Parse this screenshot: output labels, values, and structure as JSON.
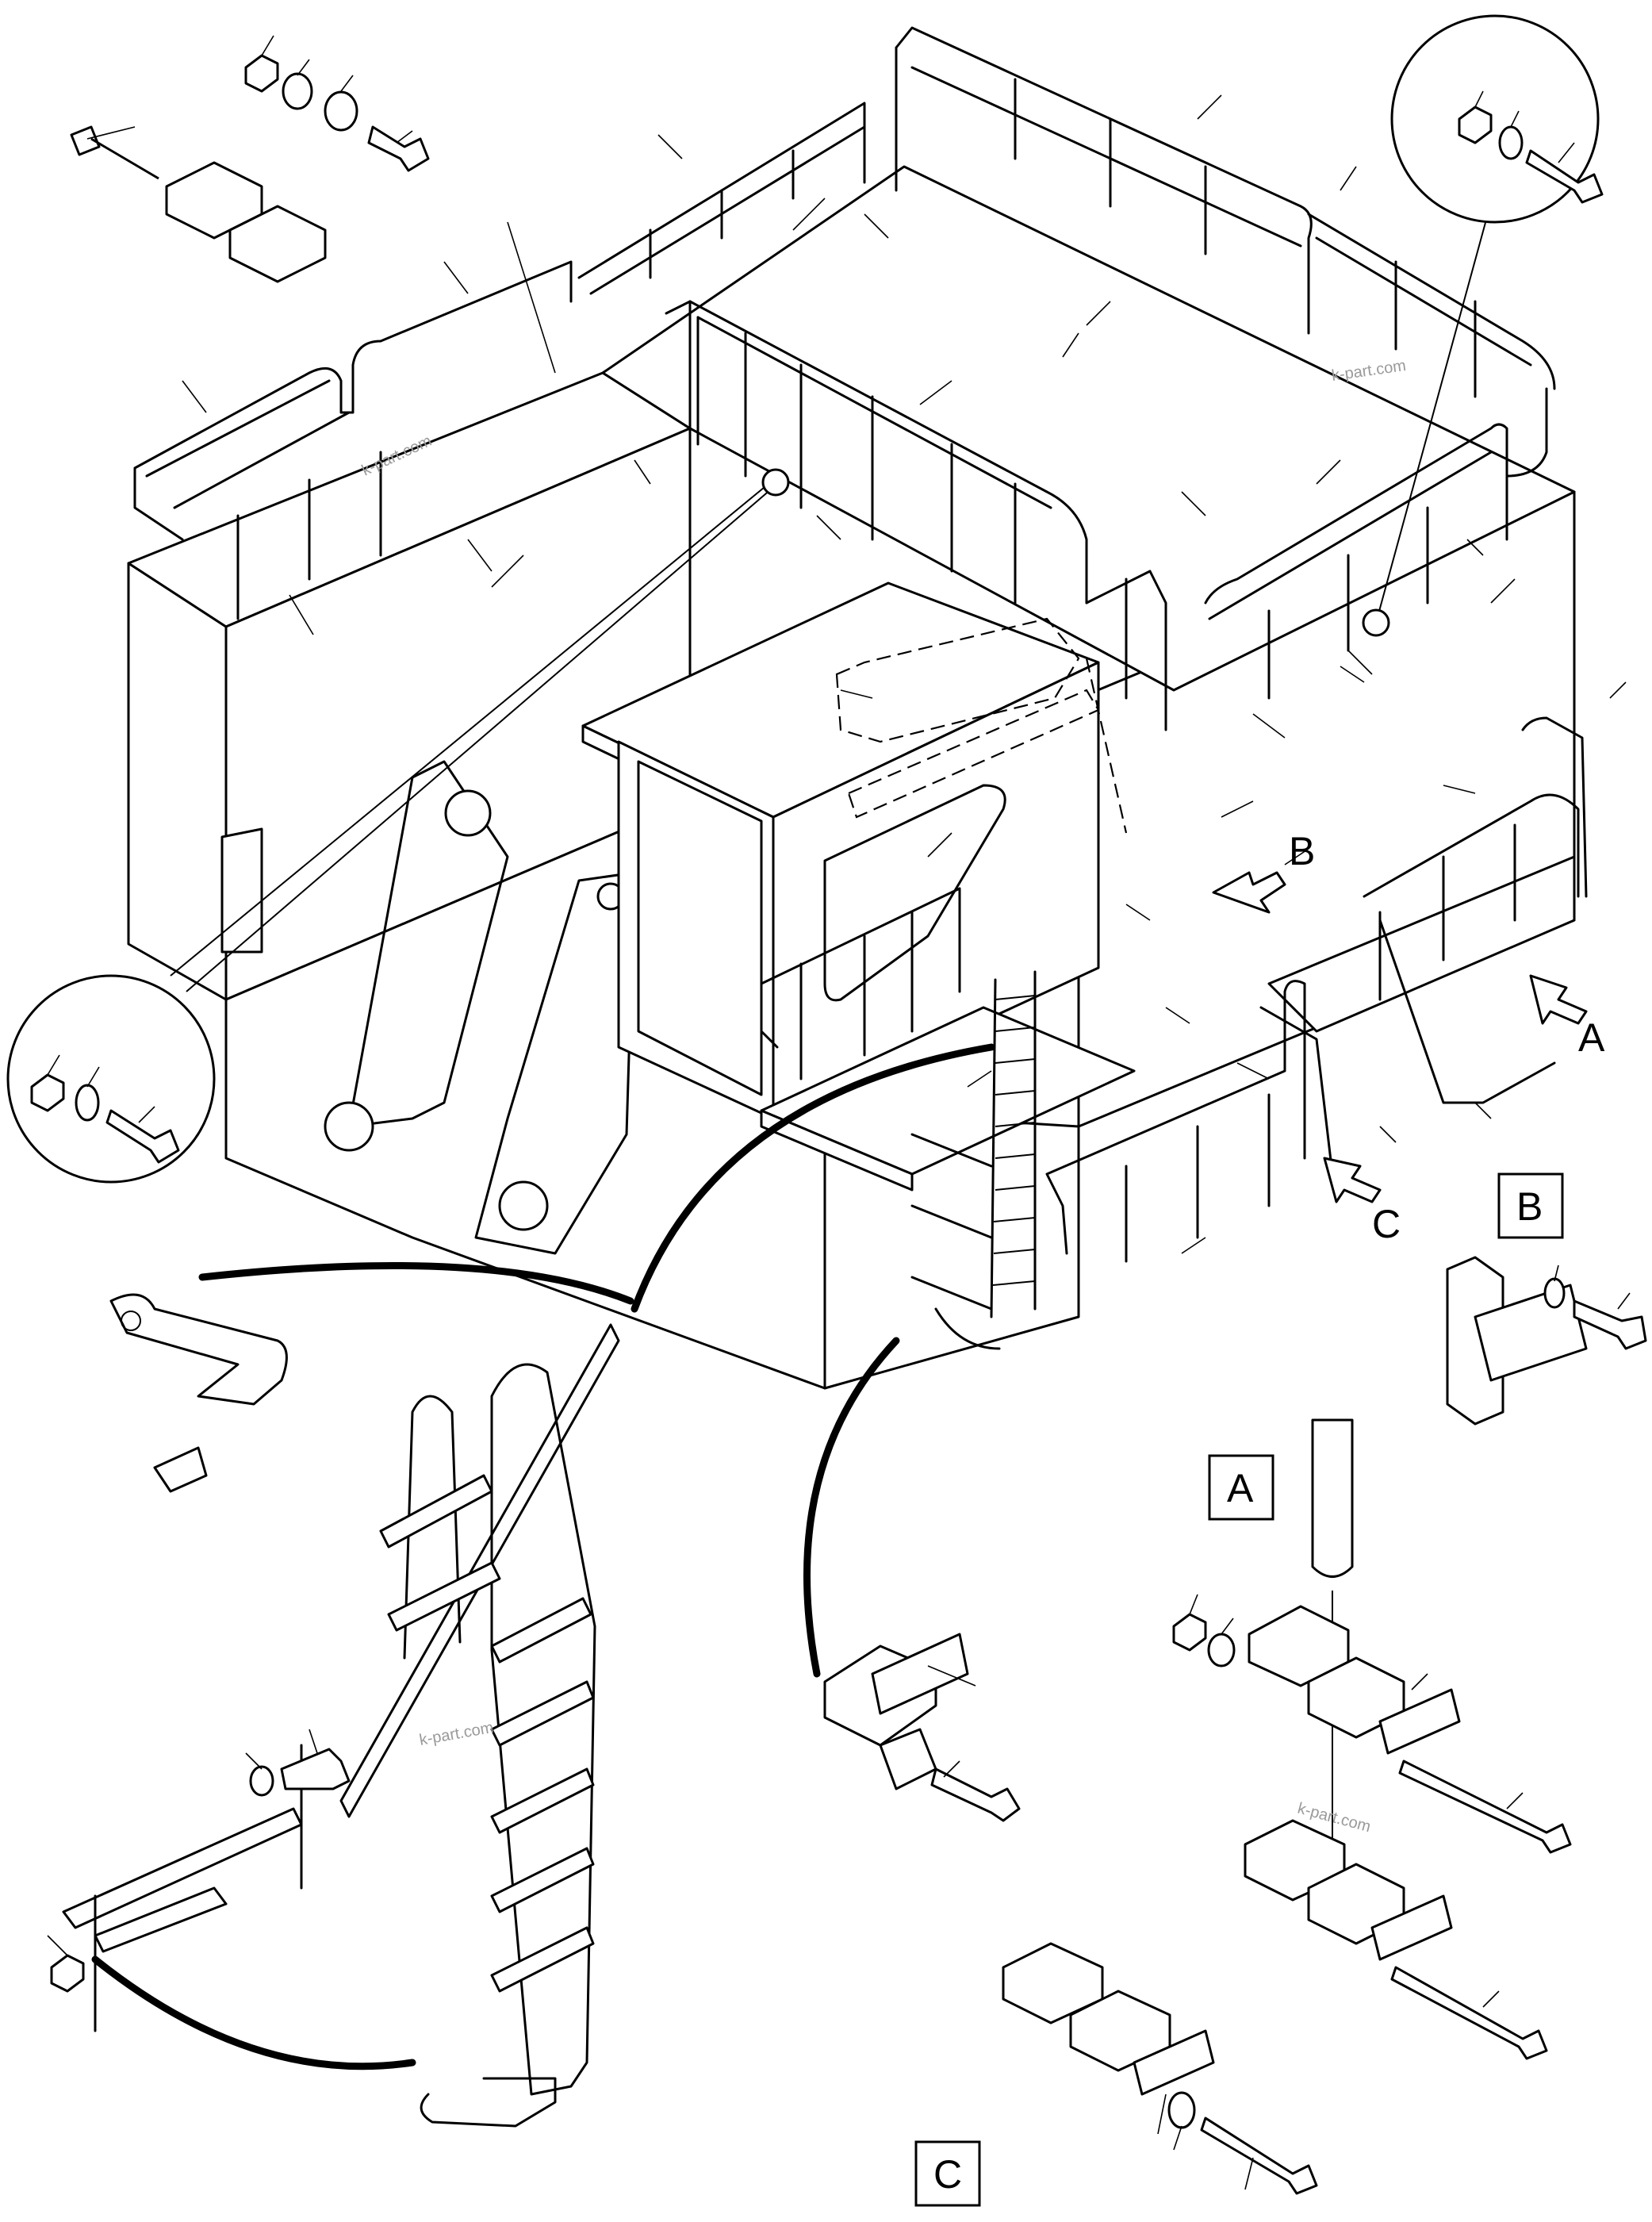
{
  "view_labels": {
    "arrow_a": "A",
    "arrow_b": "B",
    "arrow_c": "C",
    "detail_a": "A",
    "detail_b": "B",
    "detail_c": "C"
  },
  "watermark": "k-part.com",
  "colors": {
    "line": "#000000",
    "background": "#ffffff",
    "watermark": "#9a9a9a"
  }
}
